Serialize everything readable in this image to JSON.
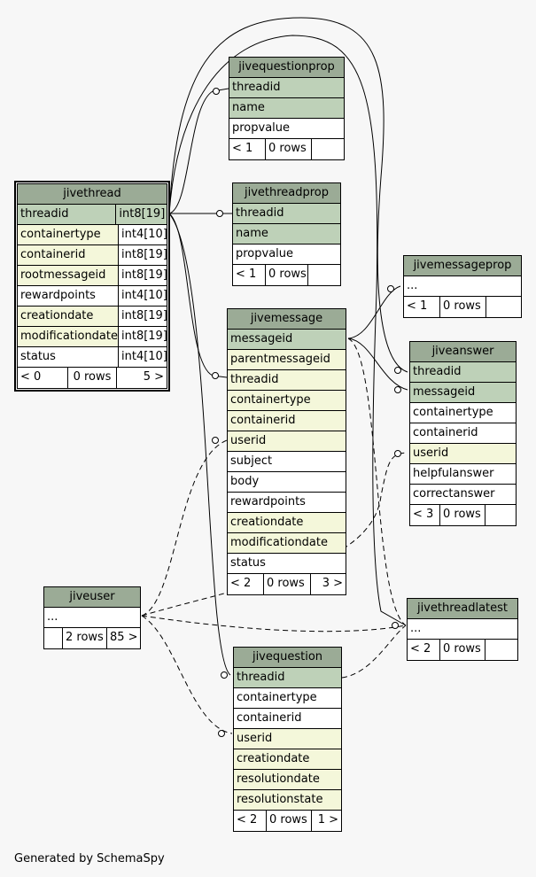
{
  "footer": "Generated by SchemaSpy",
  "tables": {
    "jivequestionprop": {
      "title": "jivequestionprop",
      "columns": [
        {
          "name": "threadid",
          "kind": "pk"
        },
        {
          "name": "name",
          "kind": "pk"
        },
        {
          "name": "propvalue",
          "kind": "plain"
        }
      ],
      "footer": [
        "< 1",
        "0 rows",
        ""
      ]
    },
    "jivethread": {
      "title": "jivethread",
      "columns": [
        {
          "name": "threadid",
          "type": "int8[19]",
          "kind": "pk"
        },
        {
          "name": "containertype",
          "type": "int4[10]",
          "kind": "fk"
        },
        {
          "name": "containerid",
          "type": "int8[19]",
          "kind": "fk"
        },
        {
          "name": "rootmessageid",
          "type": "int8[19]",
          "kind": "fk"
        },
        {
          "name": "rewardpoints",
          "type": "int4[10]",
          "kind": "plain"
        },
        {
          "name": "creationdate",
          "type": "int8[19]",
          "kind": "fk"
        },
        {
          "name": "modificationdate",
          "type": "int8[19]",
          "kind": "fk"
        },
        {
          "name": "status",
          "type": "int4[10]",
          "kind": "plain"
        }
      ],
      "footer": [
        "< 0",
        "0 rows",
        "5 >"
      ]
    },
    "jivethreadprop": {
      "title": "jivethreadprop",
      "columns": [
        {
          "name": "threadid",
          "kind": "pk"
        },
        {
          "name": "name",
          "kind": "pk"
        },
        {
          "name": "propvalue",
          "kind": "plain"
        }
      ],
      "footer": [
        "< 1",
        "0 rows",
        ""
      ]
    },
    "jivemessageprop": {
      "title": "jivemessageprop",
      "columns": [
        {
          "name": "...",
          "kind": "plain"
        }
      ],
      "footer": [
        "< 1",
        "0 rows",
        ""
      ]
    },
    "jivemessage": {
      "title": "jivemessage",
      "columns": [
        {
          "name": "messageid",
          "kind": "pk"
        },
        {
          "name": "parentmessageid",
          "kind": "fk"
        },
        {
          "name": "threadid",
          "kind": "fk"
        },
        {
          "name": "containertype",
          "kind": "fk"
        },
        {
          "name": "containerid",
          "kind": "fk"
        },
        {
          "name": "userid",
          "kind": "fk"
        },
        {
          "name": "subject",
          "kind": "plain"
        },
        {
          "name": "body",
          "kind": "plain"
        },
        {
          "name": "rewardpoints",
          "kind": "plain"
        },
        {
          "name": "creationdate",
          "kind": "fk"
        },
        {
          "name": "modificationdate",
          "kind": "fk"
        },
        {
          "name": "status",
          "kind": "plain"
        }
      ],
      "footer": [
        "< 2",
        "0 rows",
        "3 >"
      ]
    },
    "jiveanswer": {
      "title": "jiveanswer",
      "columns": [
        {
          "name": "threadid",
          "kind": "pk"
        },
        {
          "name": "messageid",
          "kind": "pk"
        },
        {
          "name": "containertype",
          "kind": "plain"
        },
        {
          "name": "containerid",
          "kind": "plain"
        },
        {
          "name": "userid",
          "kind": "fk"
        },
        {
          "name": "helpfulanswer",
          "kind": "plain"
        },
        {
          "name": "correctanswer",
          "kind": "plain"
        }
      ],
      "footer": [
        "< 3",
        "0 rows",
        ""
      ]
    },
    "jiveuser": {
      "title": "jiveuser",
      "columns": [
        {
          "name": "...",
          "kind": "plain"
        }
      ],
      "footer": [
        "",
        "2 rows",
        "85 >"
      ]
    },
    "jivethreadlatest": {
      "title": "jivethreadlatest",
      "columns": [
        {
          "name": "...",
          "kind": "plain"
        }
      ],
      "footer": [
        "< 2",
        "0 rows",
        ""
      ]
    },
    "jivequestion": {
      "title": "jivequestion",
      "columns": [
        {
          "name": "threadid",
          "kind": "pk"
        },
        {
          "name": "containertype",
          "kind": "plain"
        },
        {
          "name": "containerid",
          "kind": "plain"
        },
        {
          "name": "userid",
          "kind": "fk"
        },
        {
          "name": "creationdate",
          "kind": "fk"
        },
        {
          "name": "resolutiondate",
          "kind": "fk"
        },
        {
          "name": "resolutionstate",
          "kind": "fk"
        }
      ],
      "footer": [
        "< 2",
        "0 rows",
        "1 >"
      ]
    }
  }
}
